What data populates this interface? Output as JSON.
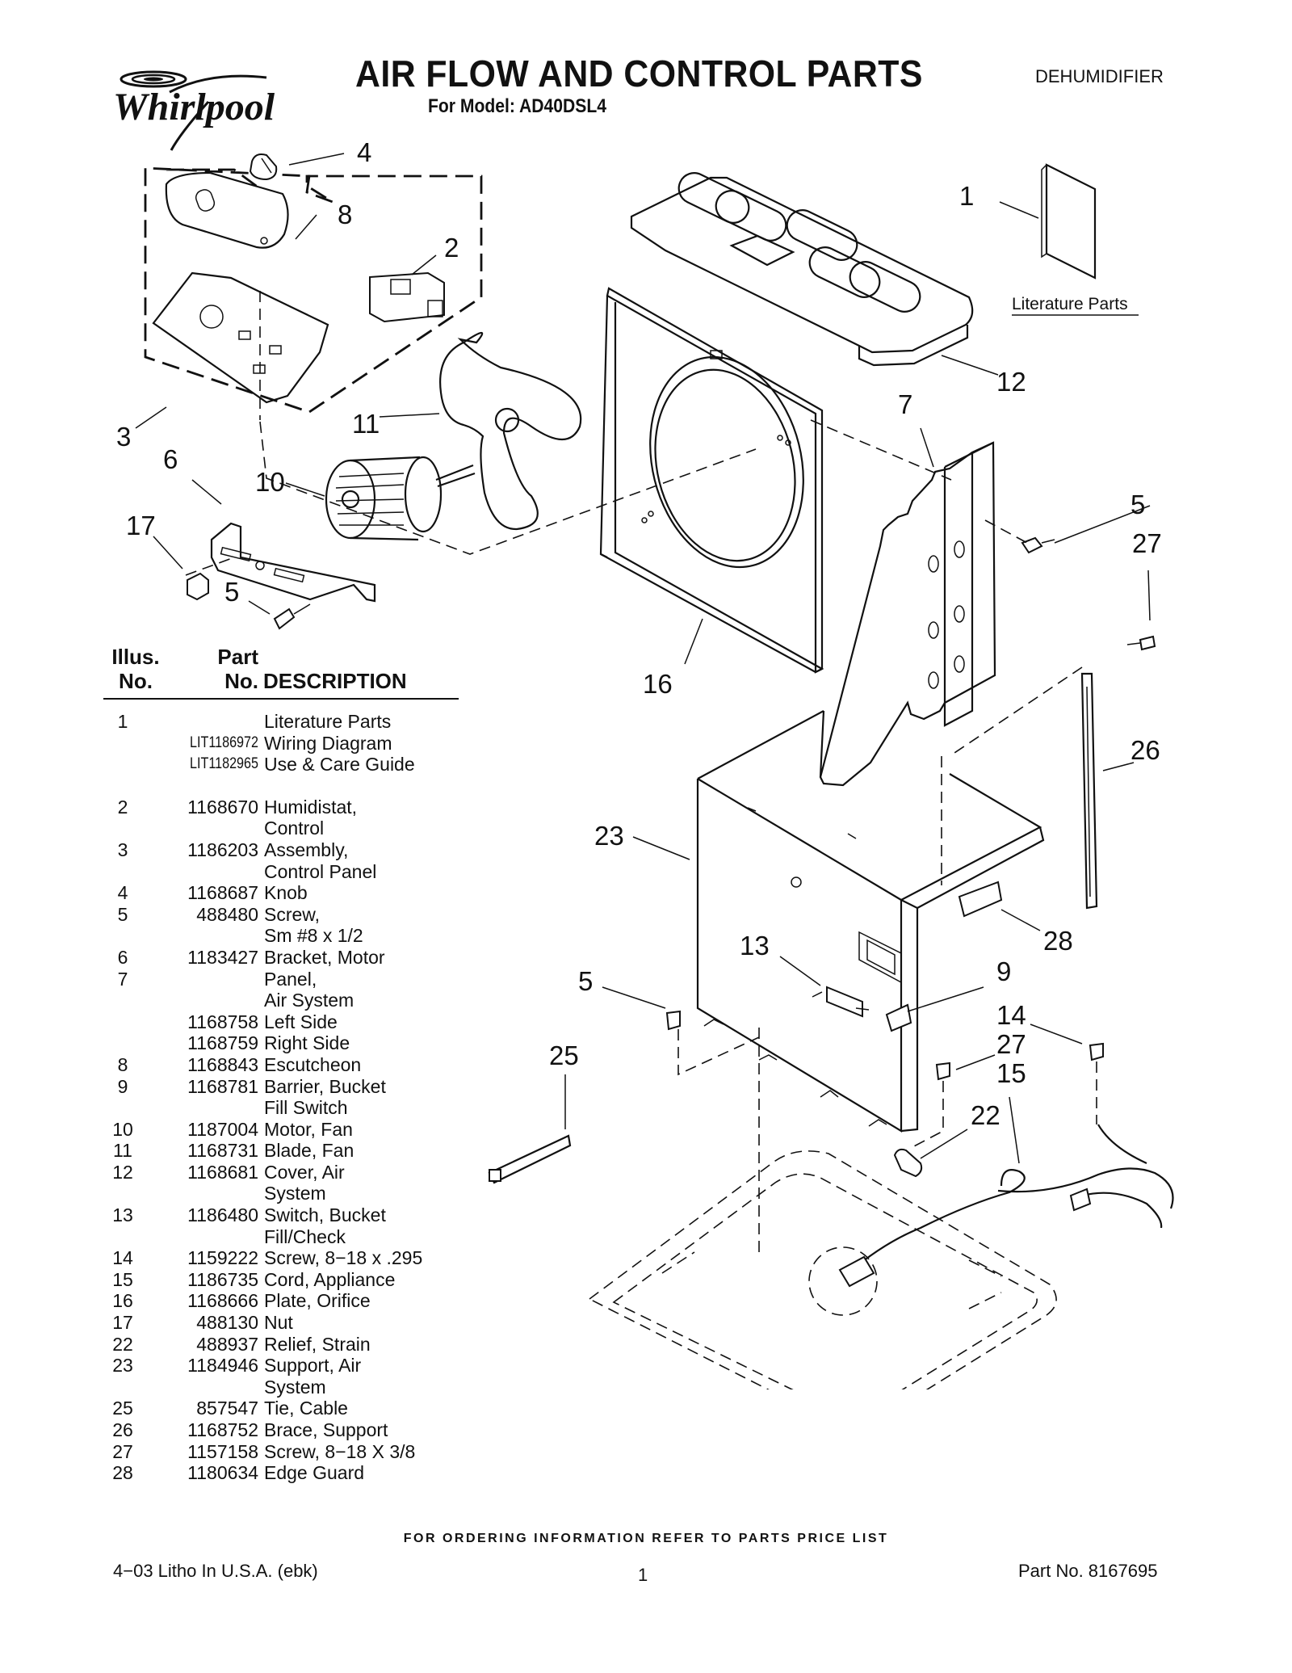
{
  "header": {
    "brand": "Whirlpool",
    "title": "AIR FLOW AND CONTROL PARTS",
    "model_line": "For Model: AD40DSL4",
    "product_type": "DEHUMIDIFIER"
  },
  "diagram": {
    "literature_label": "Literature Parts",
    "callouts": [
      "4",
      "8",
      "2",
      "3",
      "11",
      "6",
      "10",
      "17",
      "5",
      "1",
      "12",
      "7",
      "5",
      "27",
      "16",
      "26",
      "23",
      "28",
      "13",
      "9",
      "5",
      "14",
      "27",
      "15",
      "25",
      "22"
    ]
  },
  "table": {
    "headers": {
      "illus": "Illus.\nNo.",
      "part": "Part\nNo.",
      "description": "DESCRIPTION"
    },
    "rows": [
      {
        "illus": "1",
        "part": "",
        "desc": "Literature Parts"
      },
      {
        "illus": "",
        "part": "LIT1186972",
        "desc": "Wiring Diagram"
      },
      {
        "illus": "",
        "part": "LIT1182965",
        "desc": "Use & Care Guide"
      },
      {
        "illus": "2",
        "part": "1168670",
        "desc": "Humidistat,"
      },
      {
        "illus": "",
        "part": "",
        "desc": "Control"
      },
      {
        "illus": "3",
        "part": "1186203",
        "desc": "Assembly,"
      },
      {
        "illus": "",
        "part": "",
        "desc": "Control Panel"
      },
      {
        "illus": "4",
        "part": "1168687",
        "desc": "Knob"
      },
      {
        "illus": "5",
        "part": "488480",
        "desc": "Screw,"
      },
      {
        "illus": "",
        "part": "",
        "desc": "Sm #8 x 1/2"
      },
      {
        "illus": "6",
        "part": "1183427",
        "desc": "Bracket, Motor"
      },
      {
        "illus": "7",
        "part": "",
        "desc": "Panel,"
      },
      {
        "illus": "",
        "part": "",
        "desc": "Air System"
      },
      {
        "illus": "",
        "part": "1168758",
        "desc": "Left Side"
      },
      {
        "illus": "",
        "part": "1168759",
        "desc": "Right Side"
      },
      {
        "illus": "8",
        "part": "1168843",
        "desc": "Escutcheon"
      },
      {
        "illus": "9",
        "part": "1168781",
        "desc": "Barrier, Bucket"
      },
      {
        "illus": "",
        "part": "",
        "desc": "Fill Switch"
      },
      {
        "illus": "10",
        "part": "1187004",
        "desc": "Motor, Fan"
      },
      {
        "illus": "11",
        "part": "1168731",
        "desc": "Blade, Fan"
      },
      {
        "illus": "12",
        "part": "1168681",
        "desc": "Cover, Air"
      },
      {
        "illus": "",
        "part": "",
        "desc": "System"
      },
      {
        "illus": "13",
        "part": "1186480",
        "desc": "Switch, Bucket"
      },
      {
        "illus": "",
        "part": "",
        "desc": "Fill/Check"
      },
      {
        "illus": "14",
        "part": "1159222",
        "desc": "Screw, 8−18 x .295"
      },
      {
        "illus": "15",
        "part": "1186735",
        "desc": "Cord, Appliance"
      },
      {
        "illus": "16",
        "part": "1168666",
        "desc": "Plate, Orifice"
      },
      {
        "illus": "17",
        "part": "488130",
        "desc": "Nut"
      },
      {
        "illus": "22",
        "part": "488937",
        "desc": "Relief, Strain"
      },
      {
        "illus": "23",
        "part": "1184946",
        "desc": "Support, Air"
      },
      {
        "illus": "",
        "part": "",
        "desc": "System"
      },
      {
        "illus": "25",
        "part": "857547",
        "desc": "Tie, Cable"
      },
      {
        "illus": "26",
        "part": "1168752",
        "desc": "Brace, Support"
      },
      {
        "illus": "27",
        "part": "1157158",
        "desc": "Screw, 8−18 X 3/8"
      },
      {
        "illus": "28",
        "part": "1180634",
        "desc": "Edge Guard"
      }
    ]
  },
  "footer": {
    "order_note": "FOR ORDERING INFORMATION REFER TO PARTS PRICE LIST",
    "litho": "4−03 Litho In U.S.A. (ebk)",
    "page": "1",
    "part_no": "Part No. 8167695"
  }
}
